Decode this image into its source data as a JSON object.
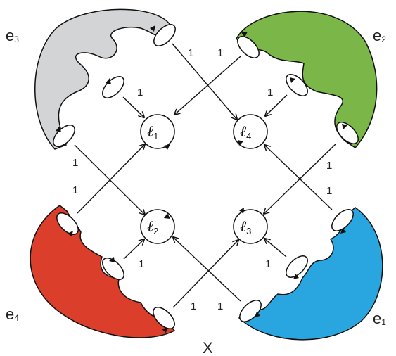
{
  "diagram": {
    "vertex_label": "X",
    "edges": [
      {
        "id": "e1",
        "base": "e",
        "sub": "1",
        "color": "#29a6df"
      },
      {
        "id": "e2",
        "base": "e",
        "sub": "2",
        "color": "#7ab648"
      },
      {
        "id": "e3",
        "base": "e",
        "sub": "3",
        "color": "#d3d4d6"
      },
      {
        "id": "e4",
        "base": "e",
        "sub": "4",
        "color": "#db3f2b"
      }
    ],
    "loops": [
      {
        "id": "l1",
        "base": "ℓ",
        "sub": "1"
      },
      {
        "id": "l2",
        "base": "ℓ",
        "sub": "2"
      },
      {
        "id": "l3",
        "base": "ℓ",
        "sub": "3"
      },
      {
        "id": "l4",
        "base": "ℓ",
        "sub": "4"
      }
    ],
    "multiplicity": "1"
  }
}
